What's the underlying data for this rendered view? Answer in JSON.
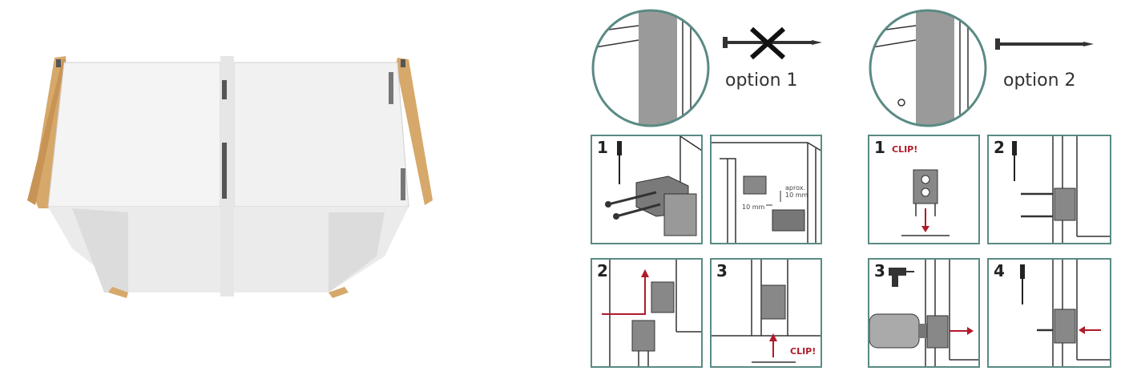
{
  "options": {
    "option1": "option 1",
    "option2": "option 2"
  },
  "steps": {
    "p1": "1",
    "p3": "2",
    "p4": "3",
    "p5": "1",
    "p6": "2",
    "p7": "3",
    "p8": "4"
  },
  "clip_labels": {
    "p4": "CLIP!",
    "p5": "CLIP!"
  },
  "measurements": {
    "vertical_line1": "aprox.",
    "vertical_line2": "10 mm",
    "horizontal": "10 mm"
  },
  "colors": {
    "frame": "#5a8a84",
    "accent_red": "#b01a2a",
    "wood": "#d6a86a"
  }
}
